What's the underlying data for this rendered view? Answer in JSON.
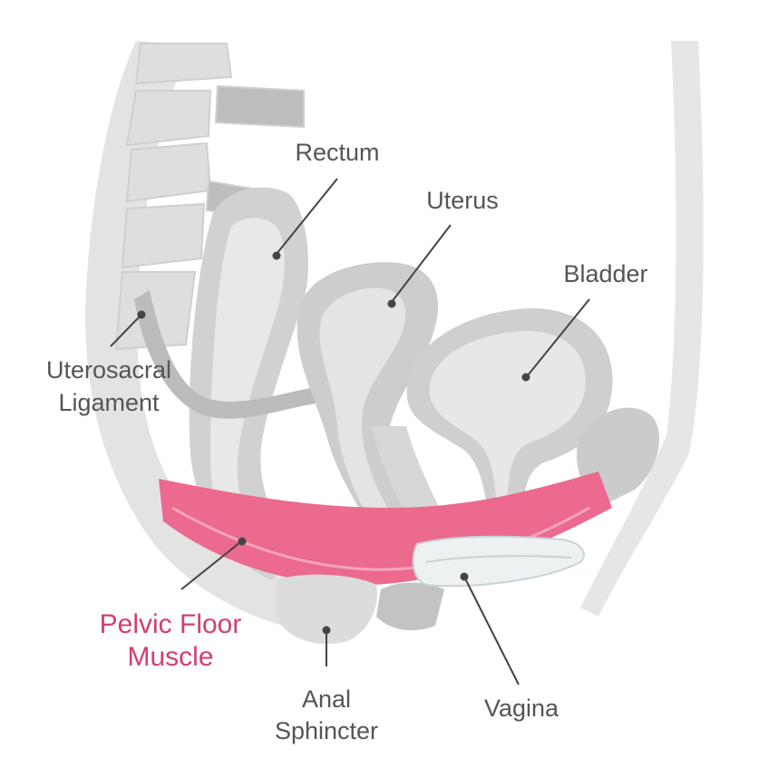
{
  "labels": {
    "rectum": "Rectum",
    "uterus": "Uterus",
    "bladder": "Bladder",
    "uterosacral_line1": "Uterosacral",
    "uterosacral_line2": "Ligament",
    "pelvic_line1": "Pelvic Floor",
    "pelvic_line2": "Muscle",
    "anal_line1": "Anal",
    "anal_line2": "Sphincter",
    "vagina": "Vagina"
  },
  "colors": {
    "background": "#ffffff",
    "tissue_light": "#e6e6e6",
    "tissue_mid": "#c8c8c8",
    "tissue_dark": "#a9a9a9",
    "muscle": "#eb6a8d",
    "muscle_label": "#d2406f",
    "text": "#555555"
  }
}
